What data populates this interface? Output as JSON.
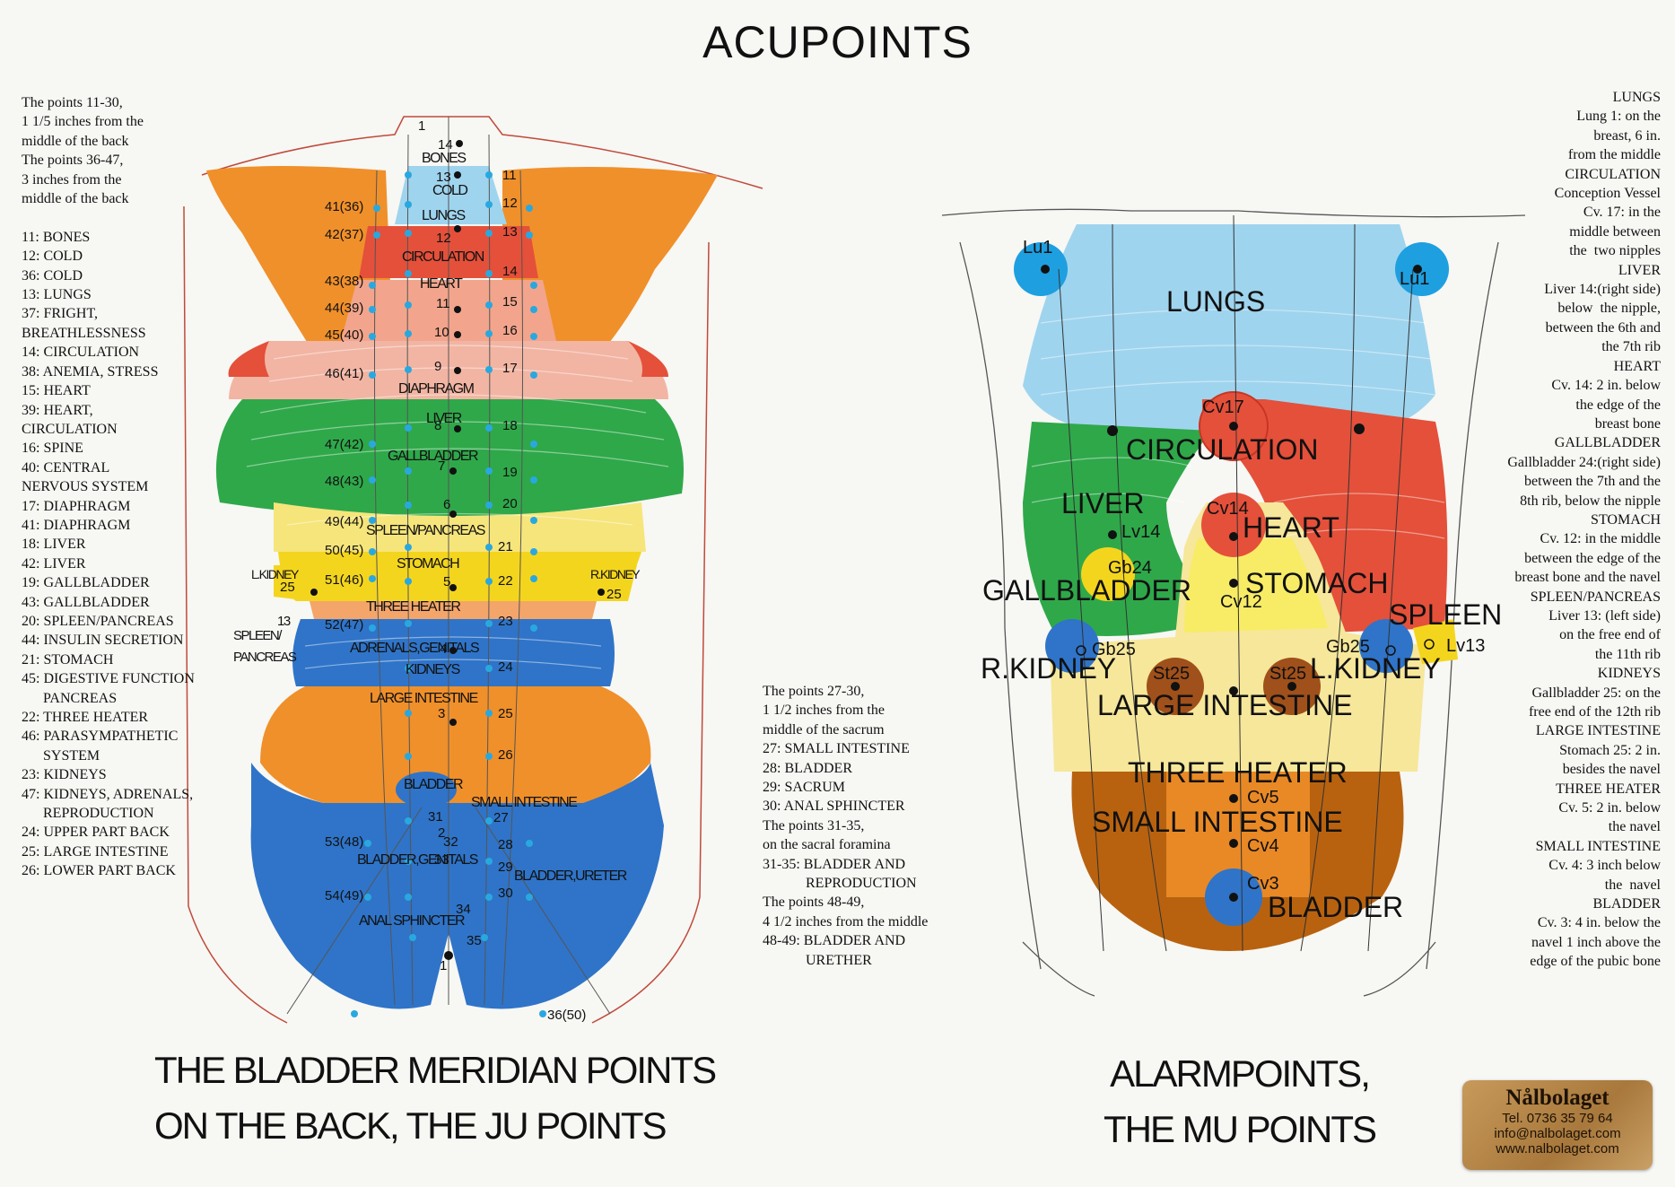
{
  "title": "ACUPOINTS",
  "back_notes": [
    "The points 11-30,",
    "1 1/5 inches from the",
    "middle of the back",
    "The points 36-47,",
    "3 inches from the",
    "middle of the back",
    "",
    "11: BONES",
    "12: COLD",
    "36: COLD",
    "13: LUNGS",
    "37: FRIGHT,",
    "BREATHLESSNESS",
    "14: CIRCULATION",
    "38: ANEMIA, STRESS",
    "15: HEART",
    "39: HEART,",
    "CIRCULATION",
    "16: SPINE",
    "40: CENTRAL",
    "NERVOUS SYSTEM",
    "17: DIAPHRAGM",
    "41: DIAPHRAGM",
    "18: LIVER",
    "42: LIVER",
    "19: GALLBLADDER",
    "43: GALLBLADDER",
    "20: SPLEEN/PANCREAS",
    "44: INSULIN SECRETION",
    "21: STOMACH",
    "45: DIGESTIVE FUNCTION",
    "      PANCREAS",
    "22: THREE HEATER",
    "46: PARASYMPATHETIC",
    "      SYSTEM",
    "23: KIDNEYS",
    "47: KIDNEYS, ADRENALS,",
    "      REPRODUCTION",
    "24: UPPER PART BACK",
    "25: LARGE INTESTINE",
    "26: LOWER PART BACK"
  ],
  "middle_notes": [
    "The points 27-30,",
    "1 1/2 inches from the",
    "middle of the sacrum",
    "27: SMALL INTESTINE",
    "28: BLADDER",
    "29: SACRUM",
    "30: ANAL SPHINCTER",
    "The points 31-35,",
    "on the sacral foramina",
    "31-35: BLADDER AND",
    "            REPRODUCTION",
    "The points 48-49,",
    "4 1/2 inches from the middle",
    "48-49: BLADDER AND",
    "            URETHER"
  ],
  "right_notes": [
    "LUNGS",
    "Lung 1: on the",
    "breast, 6 in.",
    "from the middle",
    "CIRCULATION",
    "Conception Vessel",
    "Cv. 17: in the",
    "middle between",
    "the  two nipples",
    "LIVER",
    "Liver 14:(right side)",
    "below  the nipple,",
    "between the 6th and",
    "the 7th rib",
    "HEART",
    "Cv. 14: 2 in. below",
    "the edge of the",
    "breast bone",
    "GALLBLADDER",
    "Gallbladder 24:(right side)",
    "between the 7th and the",
    "8th rib, below the nipple",
    "STOMACH",
    "Cv. 12: in the middle",
    "between the edge of the",
    "breast bone and the navel",
    "SPLEEN/PANCREAS",
    "Liver 13: (left side)",
    "on the free end of",
    "the 11th rib",
    "KIDNEYS",
    "Gallbladder 25: on the",
    "free end of the 12th rib",
    "LARGE INTESTINE",
    "Stomach 25: 2 in.",
    "besides the navel",
    "THREE HEATER",
    "Cv. 5: 2 in. below",
    "the navel",
    "SMALL INTESTINE",
    "Cv. 4: 3 inch below",
    "the  navel",
    "BLADDER",
    "Cv. 3: 4 in. below the",
    "navel 1 inch above the",
    "edge of the pubic bone"
  ],
  "captions": {
    "back": "THE BLADDER MERIDIAN POINTS\nON THE BACK, THE JU POINTS",
    "front": "ALARMPOINTS,\nTHE MU POINTS"
  },
  "back_labels": {
    "bones": "BONES",
    "cold": "COLD",
    "lungs": "LUNGS",
    "circulation": "CIRCULATION",
    "heart": "HEART",
    "diaphragm": "DIAPHRAGM",
    "liver": "LIVER",
    "gallbladder": "GALLBLADDER",
    "spleen_pancreas": "SPLEEN/PANCREAS",
    "stomach": "STOMACH",
    "lkidney": "L.KIDNEY",
    "rkidney": "R.KIDNEY",
    "three_heater": "THREE HEATER",
    "adrenals_genitals": "ADRENALS,GENITALS",
    "kidneys": "KIDNEYS",
    "large_intestine": "LARGE INTESTINE",
    "bladder": "BLADDER",
    "small_intestine": "SMALL INTESTINE",
    "bladder_genitals": "BLADDER,GENITALS",
    "bladder_ureter": "BLADDER,URETER",
    "anal_sphincter": "ANAL SPHINCTER",
    "spleen_side_top": "13",
    "spleen_side_mid": "SPLEEN/",
    "spleen_side_bot": "PANCREAS"
  },
  "back_numbers": {
    "left": [
      "41(36)",
      "42(37)",
      "43(38)",
      "44(39)",
      "45(40)",
      "46(41)",
      "47(42)",
      "48(43)",
      "49(44)",
      "50(45)",
      "51(46)",
      "52(47)",
      "53(48)",
      "54(49)"
    ],
    "right": [
      "11",
      "12",
      "13",
      "14",
      "15",
      "16",
      "17",
      "18",
      "19",
      "20",
      "21",
      "22",
      "23",
      "24",
      "25",
      "26",
      "27",
      "28",
      "29",
      "30",
      "35",
      "36(50)"
    ],
    "center": [
      "1",
      "14",
      "13",
      "12",
      "11",
      "10",
      "9",
      "8",
      "7",
      "6",
      "5",
      "4",
      "3",
      "2",
      "31",
      "32",
      "33",
      "34",
      "1",
      "25",
      "25"
    ]
  },
  "front_labels": {
    "lungs": "LUNGS",
    "circulation": "CIRCULATION",
    "liver": "LIVER",
    "heart": "HEART",
    "gallbladder": "GALLBLADDER",
    "stomach": "STOMACH",
    "spleen": "SPLEEN",
    "rkidney": "R.KIDNEY",
    "lkidney": "L.KIDNEY",
    "large_intestine": "LARGE INTESTINE",
    "three_heater": "THREE HEATER",
    "small_intestine": "SMALL INTESTINE",
    "bladder": "BLADDER"
  },
  "front_points": {
    "lu1_left": "Lu1",
    "lu1_right": "Lu1",
    "cv17": "Cv17",
    "cv14": "Cv14",
    "lv14": "Lv14",
    "gb24": "Gb24",
    "cv12": "Cv12",
    "gb25_left": "Gb25",
    "gb25_right": "Gb25",
    "lv13": "Lv13",
    "st25_left": "St25",
    "st25_right": "St25",
    "cv5": "Cv5",
    "cv4": "Cv4",
    "cv3": "Cv3"
  },
  "badge": {
    "brand": "Nålbolaget",
    "phone": "Tel. 0736 35 79 64",
    "email": "info@nalbolaget.com",
    "web": "www.nalbolaget.com"
  }
}
